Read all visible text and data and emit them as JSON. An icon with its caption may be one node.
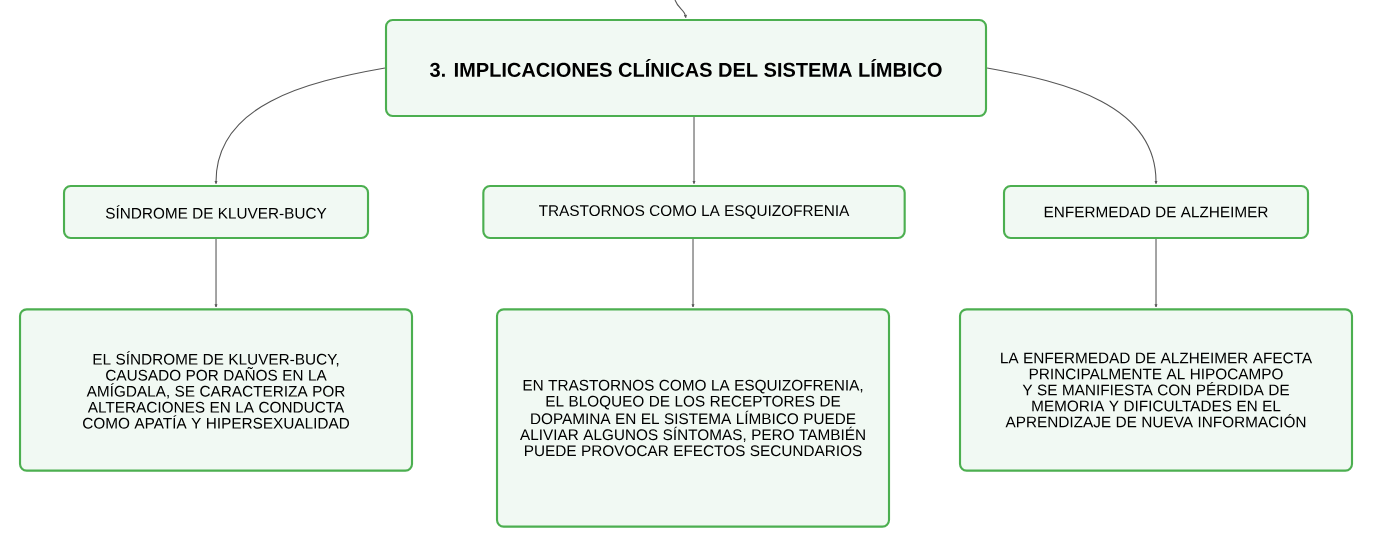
{
  "diagram": {
    "nodes": [
      {
        "text": [
          "3. IMPLICACIONES CLÍNICAS DEL SISTEMA LÍMBICO"
        ]
      },
      {
        "text": [
          "SÍNDROME DE KLUVER-BUCY"
        ]
      },
      {
        "text": [
          "TRASTORNOS COMO LA ESQUIZOFRENIA"
        ]
      },
      {
        "text": [
          "ENFERMEDAD DE ALZHEIMER"
        ]
      },
      {
        "text": [
          "EL SÍNDROME DE KLUVER-BUCY, CAUSADO POR DAÑOS EN LA AMÍGDALA, SE CARACTERIZA POR ALTERACIONES EN LA CONDUCTA COMO APATÍA Y HIPERSEXUALIDAD"
        ]
      },
      {
        "text": [
          "EN TRASTORNOS COMO LA ESQUIZOFRENIA, EL BLOQUEO DE LOS RECEPTORES DE DOPAMINA EN EL SISTEMA LÍMBICO PUEDE ALIVIAR ALGUNOS SÍNTOMAS, PERO TAMBIÉN PUEDE PROVOCAR EFECTOS SECUNDARIOS"
        ]
      },
      {
        "text": [
          "LA ENFERMEDAD DE ALZHEIMER AFECTA PRINCIPALMENTE AL HIPOCAMPO Y SE MANIFIESTA CON PÉRDIDA DE MEMORIA Y DIFICULTADES EN EL APRENDIZAJE DE NUEVA INFORMACIÓN"
        ]
      }
    ],
    "edges": [
      {
        "from": null,
        "to": 0,
        "arrow": "to"
      },
      {
        "from": 0,
        "to": 1,
        "arrow": "to"
      },
      {
        "from": 0,
        "to": 2,
        "arrow": "to"
      },
      {
        "from": 0,
        "to": 3,
        "arrow": "to"
      },
      {
        "from": 1,
        "to": 4,
        "arrow": "to"
      },
      {
        "from": 2,
        "to": 5,
        "arrow": "to"
      },
      {
        "from": 3,
        "to": 6,
        "arrow": "to"
      }
    ]
  }
}
